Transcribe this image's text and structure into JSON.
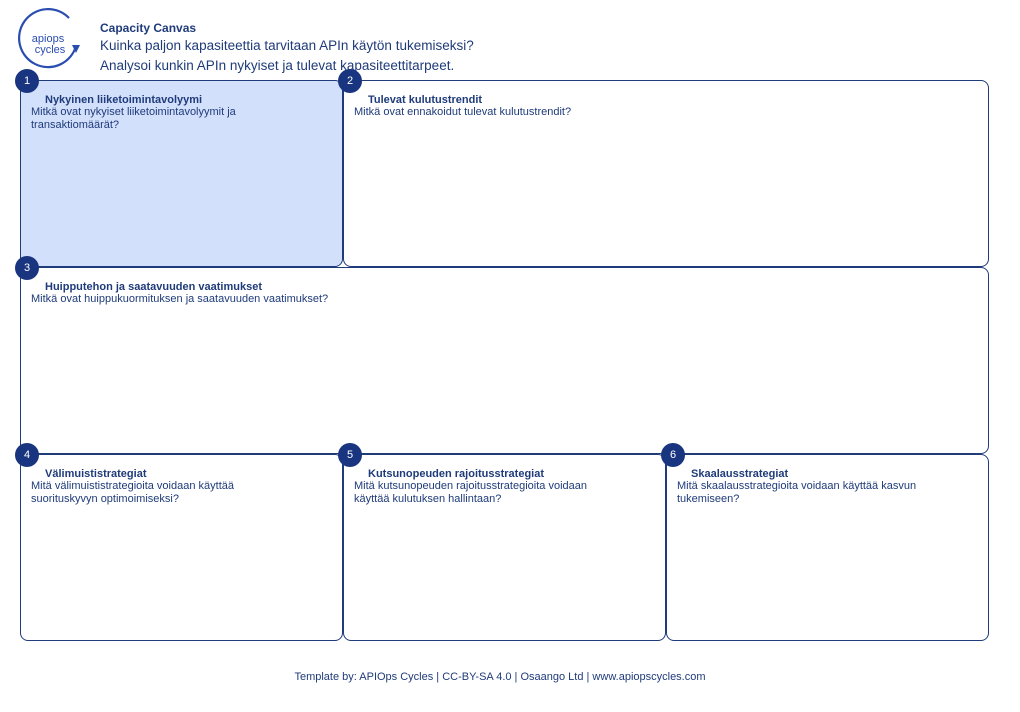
{
  "header": {
    "logo_top": "apiops",
    "logo_bottom": "cycles",
    "title": "Capacity Canvas",
    "line1": "Kuinka paljon kapasiteettia tarvitaan APIn käytön tukemiseksi?",
    "line2": "Analysoi kunkin APIn nykyiset ja tulevat kapasiteettitarpeet."
  },
  "sections": [
    {
      "number": "1",
      "title": "Nykyinen liiketoimintavolyymi",
      "question": "Mitkä ovat nykyiset liiketoimintavolyymit ja transaktiomäärät?"
    },
    {
      "number": "2",
      "title": "Tulevat kulutustrendit",
      "question": "Mitkä ovat ennakoidut tulevat kulutustrendit?"
    },
    {
      "number": "3",
      "title": "Huipputehon ja saatavuuden vaatimukset",
      "question": "Mitkä ovat huippukuormituksen ja saatavuuden vaatimukset?"
    },
    {
      "number": "4",
      "title": "Välimuististrategiat",
      "question": "Mitä välimuististrategioita voidaan käyttää suorituskyvyn optimoimiseksi?"
    },
    {
      "number": "5",
      "title": "Kutsunopeuden rajoitusstrategiat",
      "question": "Mitä kutsunopeuden rajoitusstrategioita voidaan käyttää kulutuksen hallintaan?"
    },
    {
      "number": "6",
      "title": "Skaalausstrategiat",
      "question": "Mitä skaalausstrategioita voidaan käyttää kasvun tukemiseen?"
    }
  ],
  "footer": "Template by: APIOps Cycles | CC-BY-SA 4.0 | Osaango Ltd | www.apiopscycles.com"
}
